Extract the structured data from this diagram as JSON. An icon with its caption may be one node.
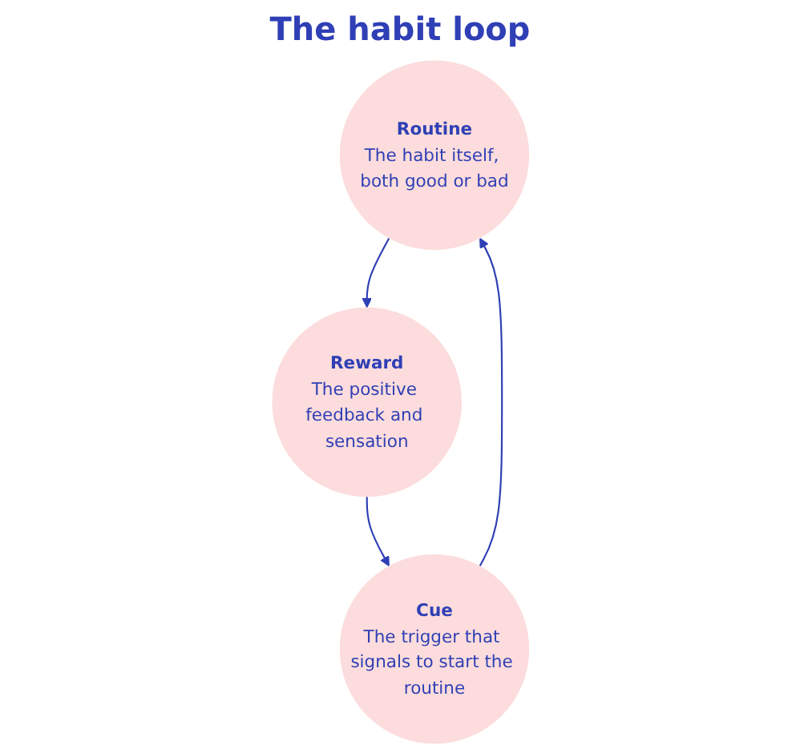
{
  "diagram": {
    "title": "The habit loop",
    "nodes": [
      {
        "text": [
          "Routine",
          "The habit itself, both good or bad"
        ]
      },
      {
        "text": [
          "Cue",
          "The trigger that signals to start the routine"
        ]
      },
      {
        "text": [
          "Reward",
          "The positive feedback and sensation"
        ]
      }
    ],
    "edges": [
      {
        "from": 1,
        "to": 0,
        "arrow": "to"
      },
      {
        "from": 0,
        "to": 2,
        "arrow": "to"
      },
      {
        "from": 2,
        "to": 1,
        "arrow": "to"
      }
    ]
  }
}
